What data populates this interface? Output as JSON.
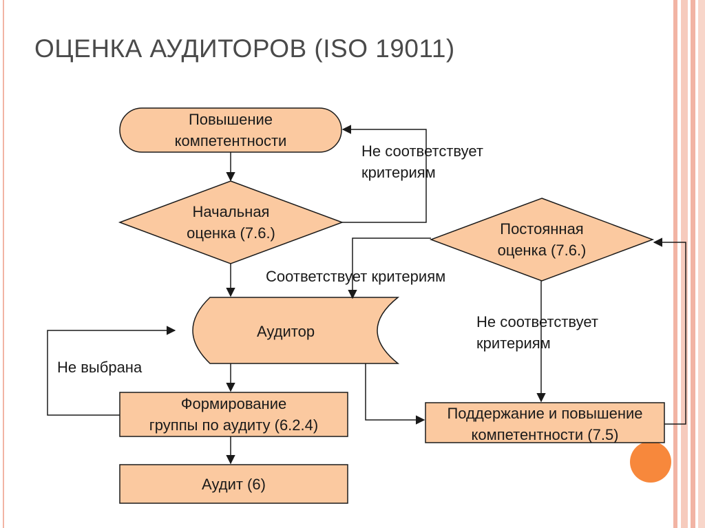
{
  "slide": {
    "title": "ОЦЕНКА АУДИТОРОВ (ISO 19011)"
  },
  "colors": {
    "node_fill": "#fbc9a0",
    "node_stroke": "#1a1a1a",
    "accent_circle": "#f7883c",
    "side_stripe": "#f2b4a4",
    "title_text": "#4a4a4a"
  },
  "nodes": {
    "competence_increase": {
      "line1": "Повышение",
      "line2": "компетентности"
    },
    "initial_assessment": {
      "line1": "Начальная",
      "line2": "оценка (7.6.)"
    },
    "continuous_assessment": {
      "line1": "Постоянная",
      "line2": "оценка (7.6.)"
    },
    "auditor": {
      "line1": "Аудитор"
    },
    "team_formation": {
      "line1": "Формирование",
      "line2": "группы по аудиту (6.2.4)"
    },
    "maintain_competence": {
      "line1": "Поддержание и повышение",
      "line2": "компетентности (7.5)"
    },
    "audit": {
      "line1": "Аудит (6)"
    }
  },
  "edges": {
    "not_meet_top": {
      "line1": "Не соответствует",
      "line2": "критериям"
    },
    "meets_criteria": {
      "line1": "Соответствует критериям"
    },
    "not_meet_right": {
      "line1": "Не соответствует",
      "line2": "критериям"
    },
    "not_selected": {
      "line1": "Не выбрана"
    }
  }
}
